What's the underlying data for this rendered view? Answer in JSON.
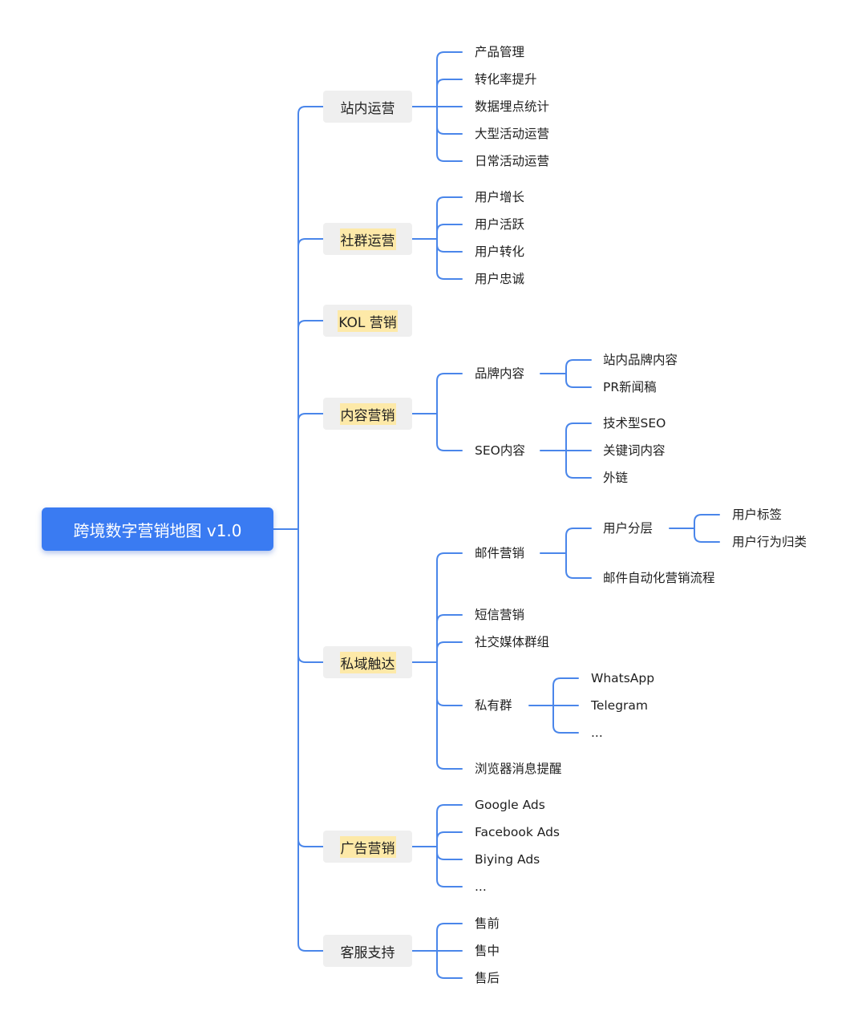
{
  "root": "跨境数字营销地图 v1.0",
  "branches": {
    "b0": "站内运营",
    "b1": "社群运营",
    "b2": "KOL 营销",
    "b3": "内容营销",
    "b4": "私域触达",
    "b5": "广告营销",
    "b6": "客服支持"
  },
  "nodes": {
    "b0_0": "产品管理",
    "b0_1": "转化率提升",
    "b0_2": "数据埋点统计",
    "b0_3": "大型活动运营",
    "b0_4": "日常活动运营",
    "b1_0": "用户增长",
    "b1_1": "用户活跃",
    "b1_2": "用户转化",
    "b1_3": "用户忠诚",
    "b3_0": "品牌内容",
    "b3_0_0": "站内品牌内容",
    "b3_0_1": "PR新闻稿",
    "b3_1": "SEO内容",
    "b3_1_0": "技术型SEO",
    "b3_1_1": "关键词内容",
    "b3_1_2": "外链",
    "b4_0": "邮件营销",
    "b4_0_0": "用户分层",
    "b4_0_0_0": "用户标签",
    "b4_0_0_1": "用户行为归类",
    "b4_0_1": "邮件自动化营销流程",
    "b4_1": "短信营销",
    "b4_2": "社交媒体群组",
    "b4_3": "私有群",
    "b4_3_0": "WhatsApp",
    "b4_3_1": "Telegram",
    "b4_3_2": "...",
    "b4_4": "浏览器消息提醒",
    "b5_0": "Google Ads",
    "b5_1": "Facebook Ads",
    "b5_2": "Biying Ads",
    "b5_3": "...",
    "b6_0": "售前",
    "b6_1": "售中",
    "b6_2": "售后"
  },
  "colors": {
    "connector": "#4a86ea",
    "root_fill": "#3a7bf2",
    "branch_fill": "#efefef",
    "highlight": "#fde9a8"
  }
}
